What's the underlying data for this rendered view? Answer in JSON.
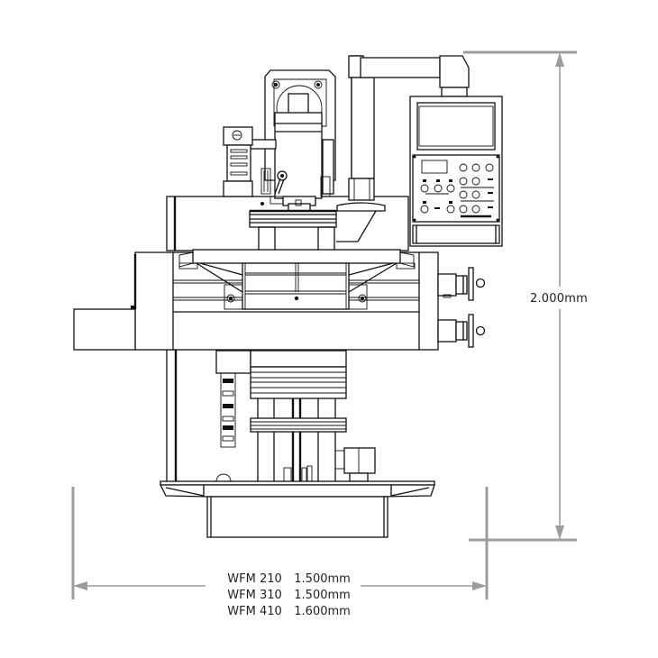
{
  "drawing": {
    "subject": "Vertical milling machine front elevation",
    "line_color": "#111111",
    "dimension_color": "#9c9c9c"
  },
  "dimensions": {
    "height": {
      "label": "2.000mm"
    },
    "widths": [
      {
        "model": "WFM 210",
        "value": "1.500mm"
      },
      {
        "model": "WFM 310",
        "value": "1.500mm"
      },
      {
        "model": "WFM 410",
        "value": "1.600mm"
      }
    ]
  },
  "control_panel": {
    "button_rows": 4,
    "button_columns": 5
  }
}
